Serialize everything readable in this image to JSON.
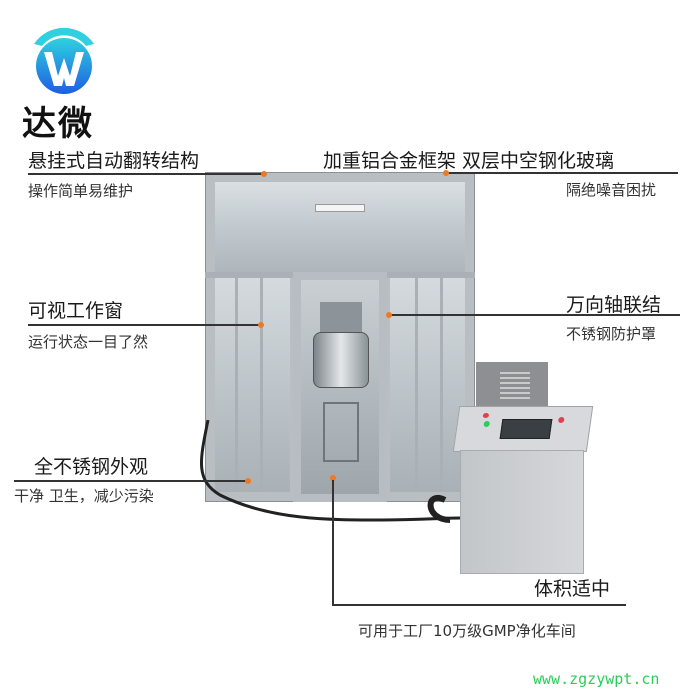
{
  "brand": {
    "logo_icon": "w-circle-logo",
    "name": "达微",
    "colors": {
      "primary": "#1e7de0",
      "secondary": "#2fd0e0"
    }
  },
  "annotations": [
    {
      "id": "suspension",
      "title": "悬挂式自动翻转结构",
      "subtitle": "操作简单易维护"
    },
    {
      "id": "frame",
      "title": "加重铝合金框架 双层中空钢化玻璃",
      "subtitle": "隔绝噪音困扰"
    },
    {
      "id": "window",
      "title": "可视工作窗",
      "subtitle": "运行状态一目了然"
    },
    {
      "id": "joint",
      "title": "万向轴联结",
      "subtitle": "不锈钢防护罩"
    },
    {
      "id": "stainless",
      "title": "全不锈钢外观",
      "subtitle": "干净 卫生，减少污染"
    },
    {
      "id": "size",
      "title": "体积适中",
      "subtitle": "可用于工厂10万级GMP净化车间"
    }
  ],
  "colors": {
    "marker": "#f07820",
    "leader_line": "#333333",
    "watermark": "#2ecc5a"
  },
  "watermark": "www.zgzywpt.cn"
}
